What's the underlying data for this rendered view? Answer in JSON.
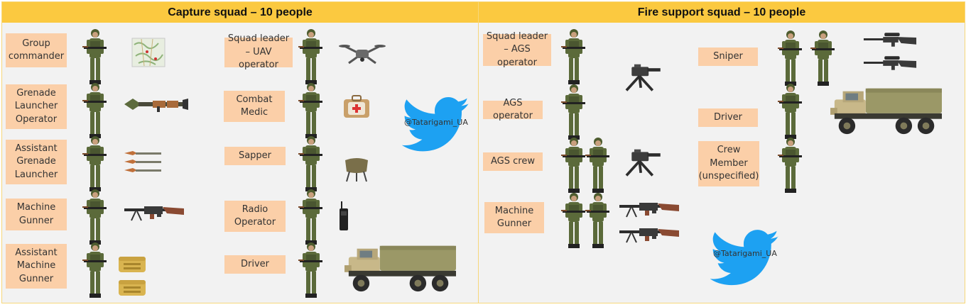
{
  "left_panel": {
    "title": "Capture squad – 10 people",
    "roles": {
      "group_commander": "Group commander",
      "grenade_launcher_operator": "Grenade Launcher Operator",
      "assistant_grenade_launcher": "Assistant Grenade Launcher",
      "machine_gunner": "Machine Gunner",
      "assistant_machine_gunner": "Assistant Machine Gunner",
      "squad_leader_uav": "Squad leader – UAV operator",
      "combat_medic": "Combat Medic",
      "sapper": "Sapper",
      "radio_operator": "Radio Operator",
      "driver": "Driver"
    },
    "watermark": "@Tatarigami_UA"
  },
  "right_panel": {
    "title": "Fire support squad – 10 people",
    "roles": {
      "squad_leader_ags": "Squad leader – AGS operator",
      "ags_operator": "AGS operator",
      "ags_crew": "AGS crew",
      "machine_gunner": "Machine Gunner",
      "sniper": "Sniper",
      "driver": "Driver",
      "crew_member": "Crew Member (unspecified)"
    },
    "watermark": "@Tatarigami_UA"
  },
  "icons": {
    "soldier": "soldier-figure-icon",
    "map": "map-icon",
    "rpg": "rpg-launcher-icon",
    "grenades": "rpg-grenades-icon",
    "machine_gun": "machine-gun-icon",
    "ammo_box": "ammo-box-icon",
    "drone": "drone-icon",
    "medkit": "medical-bag-icon",
    "mine": "mine-icon",
    "radio": "radio-icon",
    "truck": "truck-icon",
    "ags": "grenade-launcher-tripod-icon",
    "sniper_rifle": "sniper-rifle-icon",
    "twitter": "twitter-bird-icon"
  },
  "colors": {
    "header": "#fbc940",
    "role_box": "#fbcfa8",
    "panel_bg": "#f2f2f2",
    "twitter": "#1da1f2",
    "uniform": "#5b6a3a"
  }
}
